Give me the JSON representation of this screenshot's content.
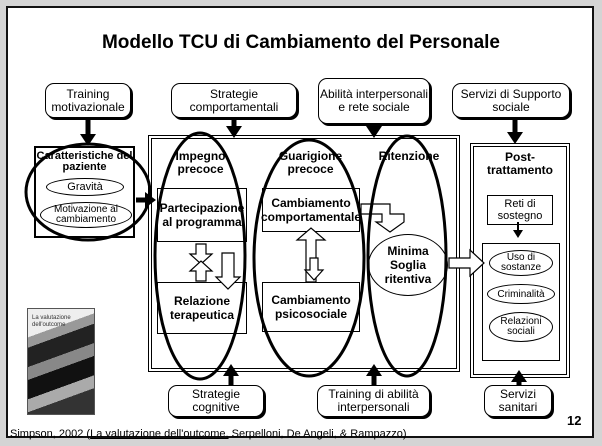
{
  "title": "Modello TCU di Cambiamento del Personale",
  "top_boxes": {
    "training_motivazionale": "Training motivazionale",
    "strategie_comportamentali": "Strategie comportamentali",
    "abilita_interpersonali": "Abilità interpersonali e rete sociale",
    "servizi_supporto": "Servizi di Supporto sociale"
  },
  "bottom_boxes": {
    "strategie_cognitive": "Strategie cognitive",
    "training_abilita": "Training di abilità interpersonali",
    "servizi_sanitari": "Servizi sanitari"
  },
  "patient": {
    "header": "Caratteristiche del paziente",
    "gravita": "Gravità",
    "motivazione": "Motivazione al cambiamento"
  },
  "columns": {
    "impegno": "Impegno precoce",
    "guarigione": "Guarigione precoce",
    "ritenzione": "Ritenzione"
  },
  "boxes": {
    "partecipazione": "Partecipazione al programma",
    "relazione": "Relazione terapeutica",
    "cambiamento_comportamentale": "Cambiamento comportamentale",
    "cambiamento_psicosociale": "Cambiamento psicosociale",
    "minima_soglia": "Minima Soglia ritentiva"
  },
  "post": {
    "header": "Post-trattamento",
    "reti": "Reti di sostegno",
    "uso": "Uso di sostanze",
    "criminalita": "Criminalità",
    "relazioni": "Relazioni sociali"
  },
  "footer": {
    "prefix": "Simpson, 2002 (",
    "link": "La valutazione dell'outcome,",
    "suffix": " Serpelloni, De Angeli, & Rampazzo)"
  },
  "page_number": "12"
}
